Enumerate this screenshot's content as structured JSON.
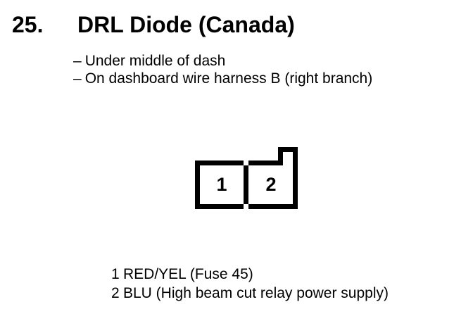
{
  "page": {
    "background": "#ffffff",
    "ink": "#000000"
  },
  "header": {
    "item_number": "25.",
    "title": "DRL Diode (Canada)"
  },
  "location_notes": [
    {
      "bullet": "–",
      "text": "Under middle of dash"
    },
    {
      "bullet": "–",
      "text": "On dashboard wire harness B (right branch)"
    }
  ],
  "connector_diagram": {
    "outline_color": "#000000",
    "cavity_labels": [
      "1",
      "2"
    ]
  },
  "pin_legend": [
    {
      "pin": "1",
      "description": "RED/YEL (Fuse 45)"
    },
    {
      "pin": "2",
      "description": "BLU (High beam cut relay power supply)"
    }
  ]
}
